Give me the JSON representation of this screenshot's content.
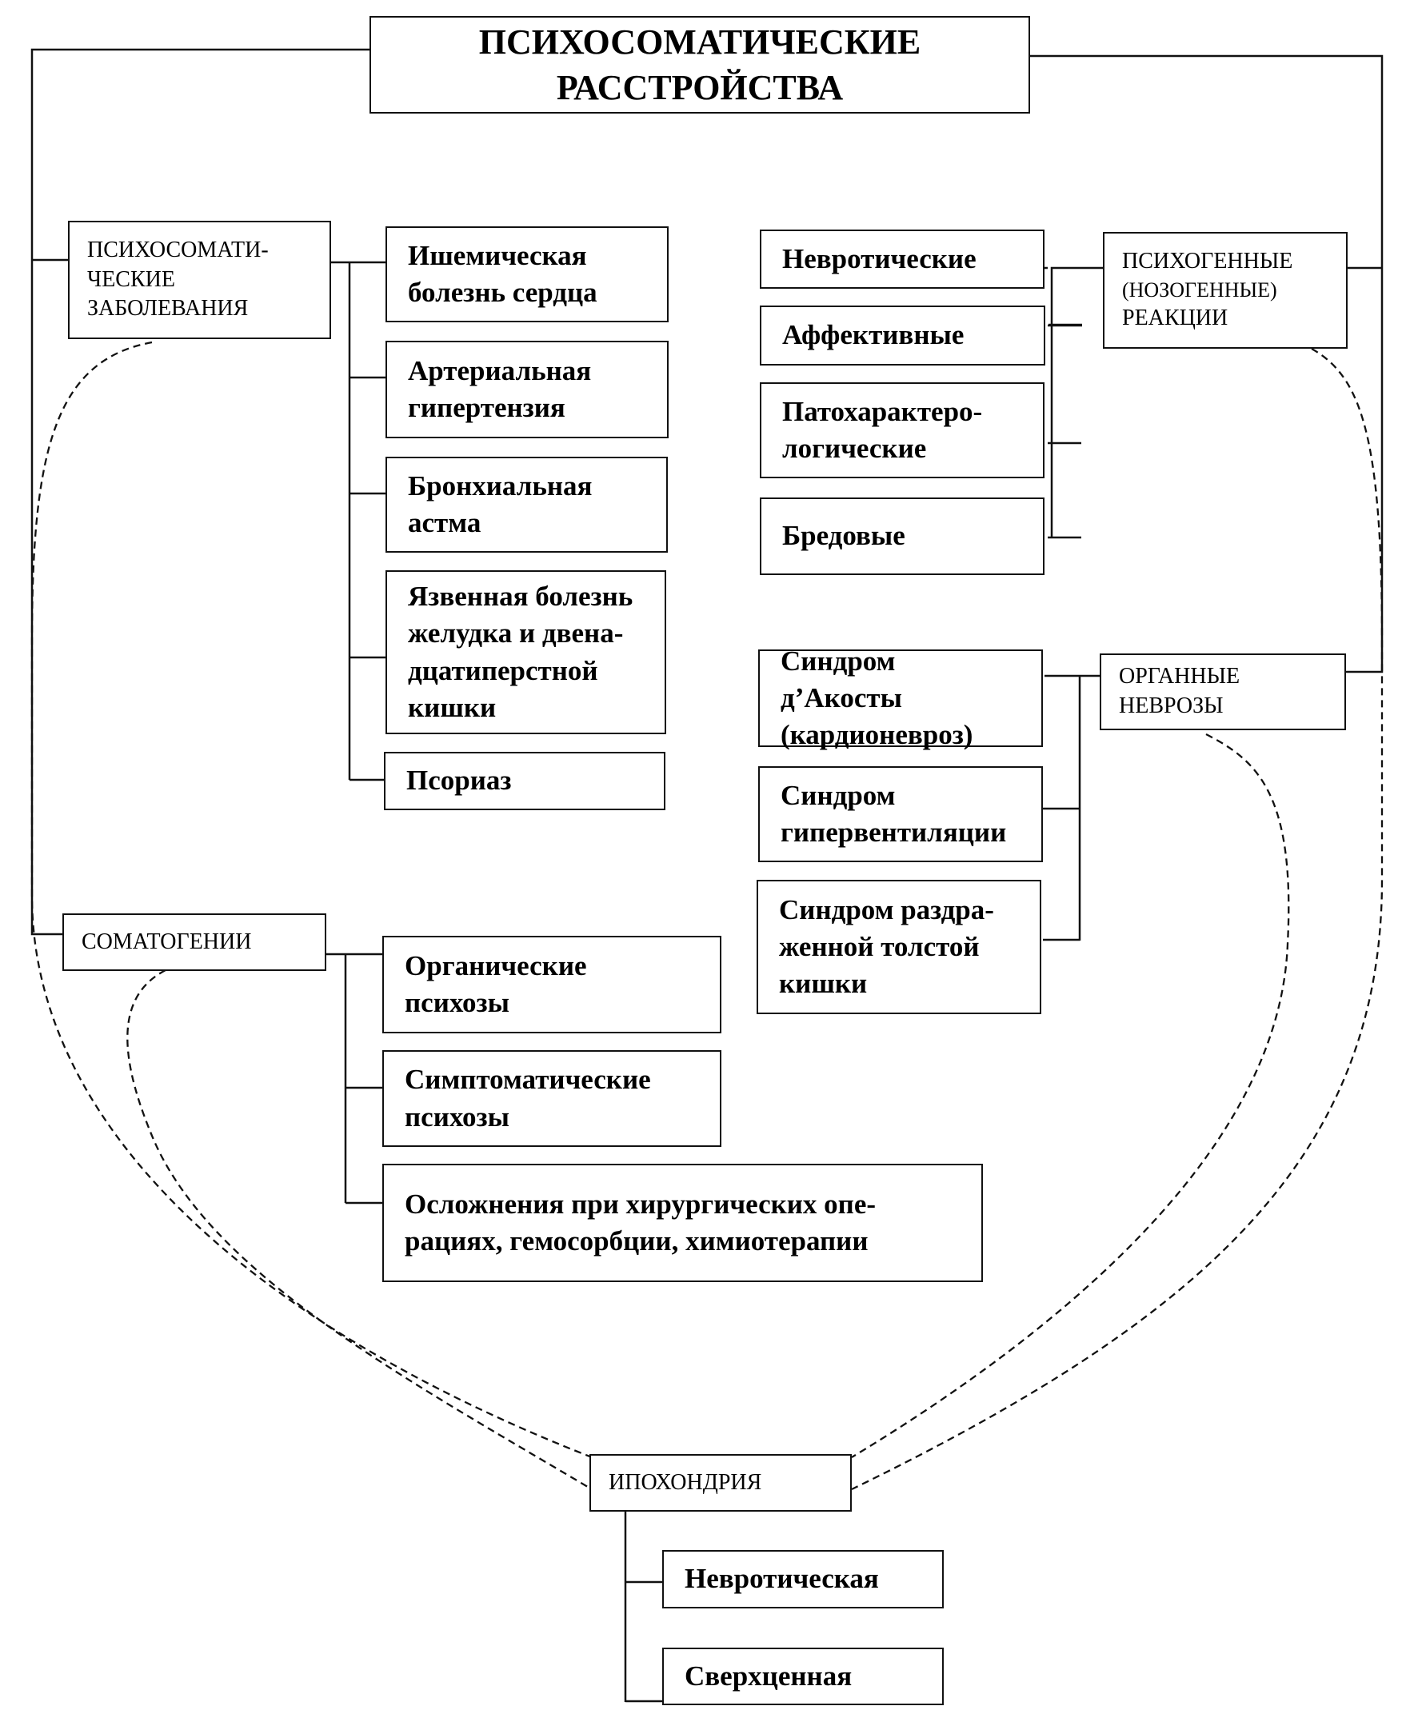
{
  "title": "ПСИХОСОМАТИЧЕСКИЕ\nРАССТРОЙСТВА",
  "psychosomatic_diseases": {
    "label": "ПСИХОСОМАТИ-\nЧЕСКИЕ\nЗАБОЛЕВАНИЯ",
    "items": [
      "Ишемическая\nболезнь сердца",
      "Артериальная\nгипертензия",
      "Бронхиальная\nастма",
      "Язвенная болезнь\nжелудка и двена-\nдцатиперстной\nкишки",
      "Псориаз"
    ]
  },
  "psychogenic_reactions": {
    "label_line1": "ПСИХОГЕННЫЕ",
    "label_line2": "(НОЗОГЕННЫЕ)",
    "label_line3": "РЕАКЦИИ",
    "items": [
      "Невротические",
      "Аффективные",
      "Патохарактеро-\nлогические",
      "Бредовые"
    ]
  },
  "organ_neuroses": {
    "label": "ОРГАННЫЕ\nНЕВРОЗЫ",
    "items": [
      "Синдром д’Акосты\n(кардионевроз)",
      "Синдром\nгипервентиляции",
      "Синдром раздра-\nженной толстой\nкишки"
    ]
  },
  "somatogenies": {
    "label": "СОМАТОГЕНИИ",
    "items": [
      "Органические\nпсихозы",
      "Симптоматические\nпсихозы",
      "Осложнения при хирургических опе-\nрациях, гемосорбции, химиотерапии"
    ]
  },
  "hypochondria": {
    "label": "ИПОХОНДРИЯ",
    "items": [
      "Невротическая",
      "Сверхценная"
    ]
  }
}
